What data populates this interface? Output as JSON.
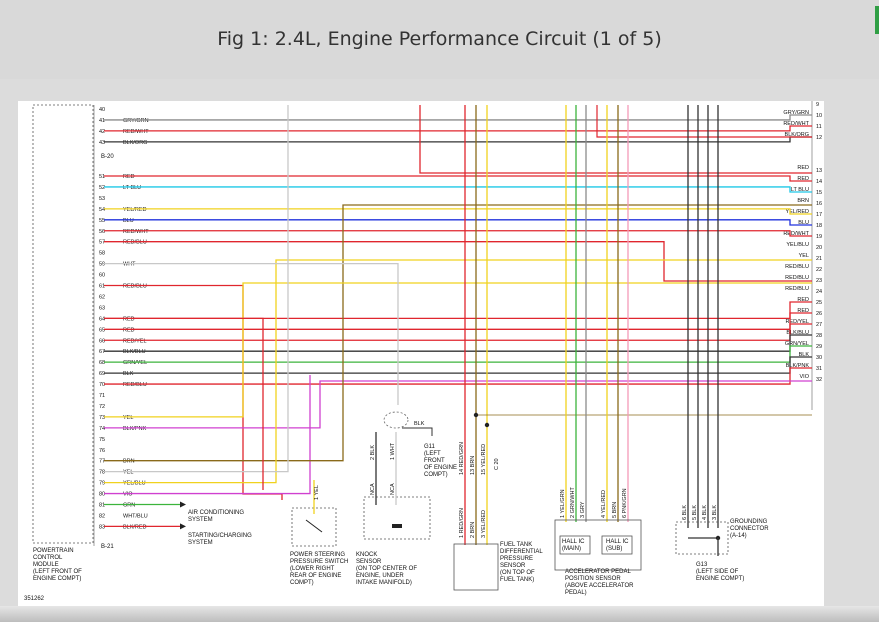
{
  "page": {
    "title": "Fig 1: 2.4L, Engine Performance Circuit (1 of 5)"
  },
  "colors": {
    "RED": "#e0262e",
    "LT BLU": "#1ec8e6",
    "BLU": "#2233dd",
    "BRN": "#8a6a1a",
    "YEL": "#f0d21e",
    "WHT": "#c8c8c8",
    "VIO": "#d040d0",
    "GRN": "#3cb43c",
    "BLK": "#333333",
    "GRY": "#8c8c8c",
    "ORG": "#f08c1e",
    "PNK": "#f49ab8"
  },
  "pcm": {
    "connector_b20": "B-20",
    "connector_b21": "B-21",
    "label": [
      "POWERTRAIN",
      "CONTROL",
      "MODULE",
      "(LEFT FRONT OF",
      "ENGINE COMPT)"
    ],
    "figure_number": "351262",
    "pins": [
      {
        "n": "40",
        "w": ""
      },
      {
        "n": "41",
        "w": "GRY/GRN"
      },
      {
        "n": "42",
        "w": "RED/WHT"
      },
      {
        "n": "43",
        "w": "BLK/ORG"
      },
      {
        "n": "51",
        "w": "RED"
      },
      {
        "n": "52",
        "w": "LT BLU"
      },
      {
        "n": "53",
        "w": ""
      },
      {
        "n": "54",
        "w": "YEL/RED"
      },
      {
        "n": "55",
        "w": "BLU"
      },
      {
        "n": "56",
        "w": "RED/WHT"
      },
      {
        "n": "57",
        "w": "RED/BLU"
      },
      {
        "n": "58",
        "w": ""
      },
      {
        "n": "59",
        "w": "WHT"
      },
      {
        "n": "60",
        "w": ""
      },
      {
        "n": "61",
        "w": "RED/BLU"
      },
      {
        "n": "62",
        "w": ""
      },
      {
        "n": "63",
        "w": ""
      },
      {
        "n": "64",
        "w": "RED"
      },
      {
        "n": "65",
        "w": "RED"
      },
      {
        "n": "66",
        "w": "RED/YEL"
      },
      {
        "n": "67",
        "w": "BLK/BLU"
      },
      {
        "n": "68",
        "w": "GRN/YEL"
      },
      {
        "n": "69",
        "w": "BLK"
      },
      {
        "n": "70",
        "w": "RED/BLU"
      },
      {
        "n": "71",
        "w": ""
      },
      {
        "n": "72",
        "w": ""
      },
      {
        "n": "73",
        "w": "YEL"
      },
      {
        "n": "74",
        "w": "BLK/PNK"
      },
      {
        "n": "75",
        "w": ""
      },
      {
        "n": "76",
        "w": ""
      },
      {
        "n": "77",
        "w": "BRN"
      },
      {
        "n": "78",
        "w": "YEL"
      },
      {
        "n": "79",
        "w": "YEL/BLU"
      },
      {
        "n": "80",
        "w": "VIO"
      },
      {
        "n": "81",
        "w": "GRN"
      },
      {
        "n": "82",
        "w": "WHT/BLU"
      },
      {
        "n": "83",
        "w": "BLK/RED"
      }
    ]
  },
  "right_connector": {
    "pins": [
      {
        "n": "9",
        "w": ""
      },
      {
        "n": "10",
        "w": "GRY/GRN"
      },
      {
        "n": "11",
        "w": "RED/WHT"
      },
      {
        "n": "12",
        "w": "BLK/ORG"
      },
      {
        "n": "13",
        "w": "RED"
      },
      {
        "n": "14",
        "w": "RED"
      },
      {
        "n": "15",
        "w": "LT BLU"
      },
      {
        "n": "16",
        "w": "BRN"
      },
      {
        "n": "17",
        "w": "YEL/RED"
      },
      {
        "n": "18",
        "w": "BLU"
      },
      {
        "n": "19",
        "w": "RED/WHT"
      },
      {
        "n": "20",
        "w": "YEL/BLU"
      },
      {
        "n": "21",
        "w": "YEL"
      },
      {
        "n": "22",
        "w": "RED/BLU"
      },
      {
        "n": "23",
        "w": "RED/BLU"
      },
      {
        "n": "24",
        "w": "RED/BLU"
      },
      {
        "n": "25",
        "w": "RED"
      },
      {
        "n": "26",
        "w": "RED"
      },
      {
        "n": "27",
        "w": "RED/YEL"
      },
      {
        "n": "28",
        "w": "BLK/BLU"
      },
      {
        "n": "29",
        "w": "GRN/YEL"
      },
      {
        "n": "30",
        "w": "BLK"
      },
      {
        "n": "31",
        "w": "BLK/PNK"
      },
      {
        "n": "32",
        "w": "VIO"
      }
    ]
  },
  "systems": {
    "air_conditioning": [
      "AIR CONDITIONING",
      "SYSTEM"
    ],
    "starting_charging": [
      "STARTING/CHARGING",
      "SYSTEM"
    ]
  },
  "components": {
    "ps_switch": {
      "wire": "1 YEL",
      "label": [
        "POWER STEERING",
        "PRESSURE SWITCH",
        "(LOWER RIGHT",
        "REAR OF ENGINE",
        "COMPT)"
      ]
    },
    "knock_sensor": {
      "top_wires": [
        "2 BLK",
        "1 WHT"
      ],
      "nca": [
        "NCA",
        "NCA"
      ],
      "shield_wire": "BLK",
      "ground": [
        "G11",
        "(LEFT",
        "FRONT",
        "OF ENGINE",
        "COMPT)"
      ],
      "label": [
        "KNOCK",
        "SENSOR",
        "(ON TOP CENTER OF",
        "ENGINE, UNDER",
        "INTAKE MANIFOLD)"
      ]
    },
    "fuel_tank_sensor": {
      "top_wires": [
        "14 RED/GRN",
        "13 BRN",
        "15 YEL/RED"
      ],
      "splice": "C 20",
      "bottom_wires": [
        "1 RED/GRN",
        "2 BRN",
        "3 YEL/RED"
      ],
      "label": [
        "FUEL TANK",
        "DIFFERENTIAL",
        "PRESSURE",
        "SENSOR",
        "(ON TOP OF",
        "FUEL TANK)"
      ]
    },
    "pedal_sensor": {
      "wires": [
        "1 YEL/GRN",
        "2 GRN/WHT",
        "3 GRY",
        "4 YEL/RED",
        "5 BRN",
        "6 PNK/GRN"
      ],
      "hall_main": [
        "HALL IC",
        "(MAIN)"
      ],
      "hall_sub": [
        "HALL IC",
        "(SUB)"
      ],
      "label": [
        "ACCELERATOR PEDAL",
        "POSITION SENSOR",
        "(ABOVE ACCELERATOR",
        "PEDAL)"
      ]
    },
    "ground_g13": {
      "wires": [
        "6 BLK",
        "5 BLK",
        "4 BLK",
        "3 BLK"
      ],
      "connector": [
        "GROUNDING",
        "CONNECTOR",
        "(A-14)"
      ],
      "label": [
        "G13",
        "(LEFT SIDE OF",
        "ENGINE COMPT)"
      ]
    }
  }
}
